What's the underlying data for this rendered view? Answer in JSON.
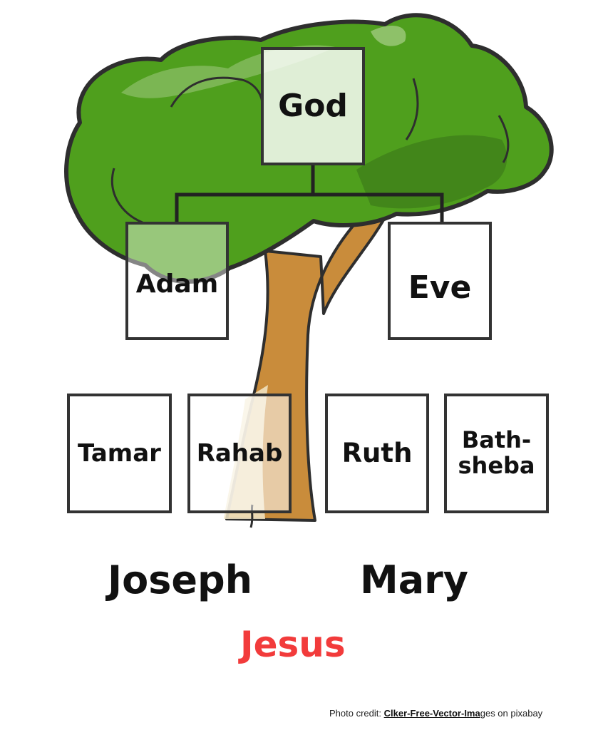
{
  "tree": {
    "generation_1": [
      {
        "name": "God"
      }
    ],
    "generation_2": [
      {
        "name": "Adam"
      },
      {
        "name": "Eve"
      }
    ],
    "generation_3": [
      {
        "name": "Tamar"
      },
      {
        "name": "Rahab"
      },
      {
        "name": "Ruth"
      },
      {
        "name": "Bath-\nsheba"
      }
    ],
    "parents": {
      "father": "Joseph",
      "mother": "Mary"
    },
    "child": {
      "name": "Jesus"
    }
  },
  "credit": {
    "prefix": "Photo credit: ",
    "link_text": "Clker-Free-Vector-Ima",
    "suffix": "ges on pixabay"
  },
  "colors": {
    "foliage": "#4f9f1d",
    "foliage_dark": "#3f7f1a",
    "trunk": "#c98c3b",
    "outline": "#333333",
    "accent_child": "#f23b3b"
  }
}
